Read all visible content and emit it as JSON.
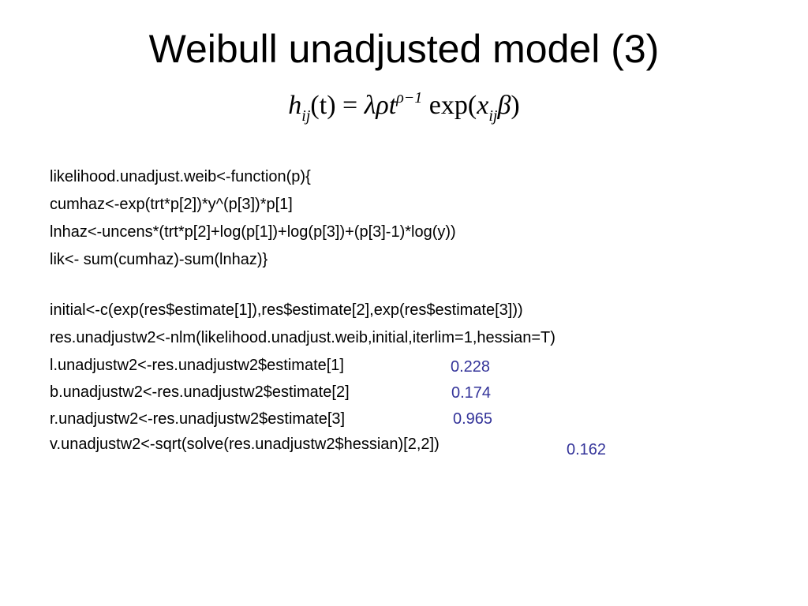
{
  "slide": {
    "title": "Weibull unadjusted model (3)",
    "formula": {
      "h": "h",
      "h_sub": "ij",
      "t_arg": "(t) = ",
      "lambda_rho_t": "λρt",
      "exponent": "ρ−1",
      "exp": " exp(",
      "x": "x",
      "x_sub": "ij",
      "beta": "β",
      "close": ")"
    },
    "code_lines": [
      "likelihood.unadjust.weib<-function(p){",
      "cumhaz<-exp(trt*p[2])*y^(p[3])*p[1]",
      "lnhaz<-uncens*(trt*p[2]+log(p[1])+log(p[3])+(p[3]-1)*log(y))",
      "lik<- sum(cumhaz)-sum(lnhaz)}",
      "initial<-c(exp(res$estimate[1]),res$estimate[2],exp(res$estimate[3]))",
      "res.unadjustw2<-nlm(likelihood.unadjust.weib,initial,iterlim=1,hessian=T)",
      "l.unadjustw2<-res.unadjustw2$estimate[1]",
      "b.unadjustw2<-res.unadjustw2$estimate[2]",
      "r.unadjustw2<-res.unadjustw2$estimate[3]",
      "v.unadjustw2<-sqrt(solve(res.unadjustw2$hessian)[2,2])"
    ],
    "results": [
      "0.228",
      "0.174",
      "0.965",
      "0.162"
    ],
    "colors": {
      "text": "#000000",
      "result": "#333399",
      "background": "#ffffff"
    }
  }
}
